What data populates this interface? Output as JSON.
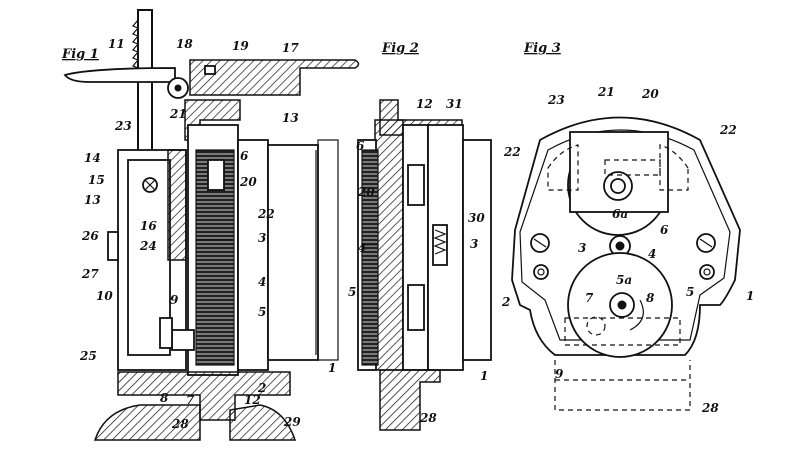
{
  "figures": [
    {
      "title": "Fig 1",
      "labels": [
        "11",
        "18",
        "19",
        "17",
        "13",
        "23",
        "21",
        "6",
        "20",
        "14",
        "15",
        "13",
        "16",
        "22",
        "3",
        "26",
        "24",
        "4",
        "27",
        "10",
        "9",
        "5",
        "25",
        "8",
        "7",
        "2",
        "28",
        "12",
        "29",
        "1"
      ]
    },
    {
      "title": "Fig 2",
      "labels": [
        "12",
        "31",
        "6",
        "20",
        "30",
        "4",
        "3",
        "5",
        "1",
        "28"
      ]
    },
    {
      "title": "Fig 3",
      "labels": [
        "23",
        "21",
        "20",
        "22",
        "22",
        "6a",
        "6",
        "3",
        "4",
        "5a",
        "2",
        "7",
        "8",
        "5",
        "1",
        "9",
        "28"
      ]
    }
  ]
}
